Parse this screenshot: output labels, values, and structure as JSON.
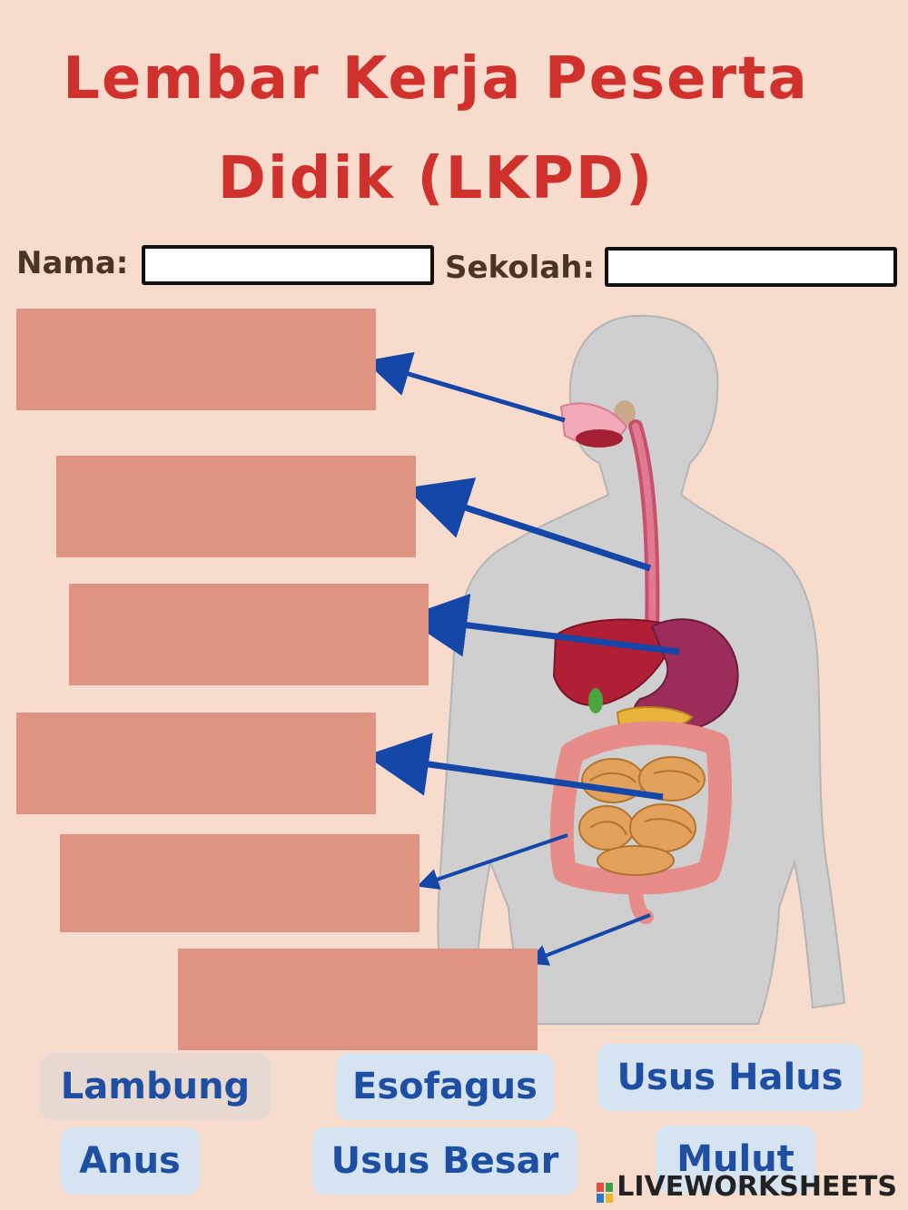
{
  "title": {
    "line1": "Lembar Kerja Peserta",
    "line2": "Didik (LKPD)"
  },
  "form": {
    "name_label": "Nama:",
    "school_label": "Sekolah:",
    "name_value": "",
    "school_value": ""
  },
  "answer_boxes": [
    "",
    "",
    "",
    "",
    "",
    ""
  ],
  "word_bank": [
    "Lambung",
    "Esofagus",
    "Usus Halus",
    "Anus",
    "Usus Besar",
    "Mulut"
  ],
  "watermark": "LIVEWORKSHEETS",
  "colors": {
    "title": "#d0312d",
    "drop_box": "#df9382",
    "chip_text": "#1f4fa3",
    "arrow": "#1547a8",
    "background": "#f7dccd"
  }
}
